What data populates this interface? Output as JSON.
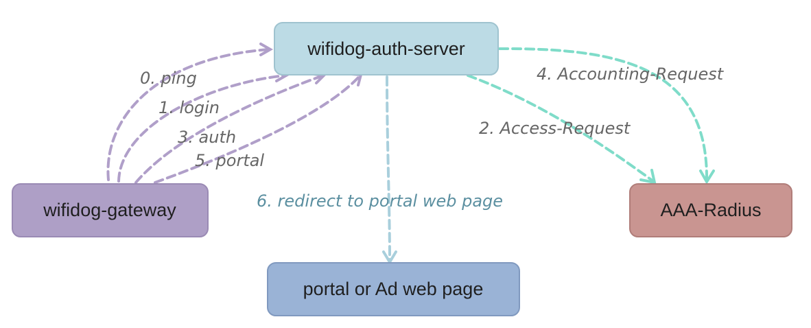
{
  "nodes": {
    "auth_server": {
      "label": "wifidog-auth-server",
      "fill": "#bcdbe5",
      "border": "#9fc3cf"
    },
    "gateway": {
      "label": "wifidog-gateway",
      "fill": "#ae9fc6",
      "border": "#9a8ab4"
    },
    "radius": {
      "label": "AAA-Radius",
      "fill": "#c99591",
      "border": "#b07d79"
    },
    "portal": {
      "label": "portal or Ad web page",
      "fill": "#9ab3d6",
      "border": "#8099bf"
    }
  },
  "edges": {
    "ping": {
      "label": "0. ping",
      "color": "#b09fc9",
      "label_color": "#666666"
    },
    "login": {
      "label": "1. login",
      "color": "#b09fc9",
      "label_color": "#666666"
    },
    "auth": {
      "label": "3. auth",
      "color": "#b09fc9",
      "label_color": "#666666"
    },
    "portal": {
      "label": "5. portal",
      "color": "#b09fc9",
      "label_color": "#666666"
    },
    "access_request": {
      "label": "2. Access-Request",
      "color": "#7fdcc9",
      "label_color": "#666666"
    },
    "accounting_request": {
      "label": "4. Accounting-Request",
      "color": "#7fdcc9",
      "label_color": "#666666"
    },
    "redirect": {
      "label": "6. redirect to portal web page",
      "color": "#a9cfdc",
      "label_color": "#5b8fa0"
    }
  }
}
